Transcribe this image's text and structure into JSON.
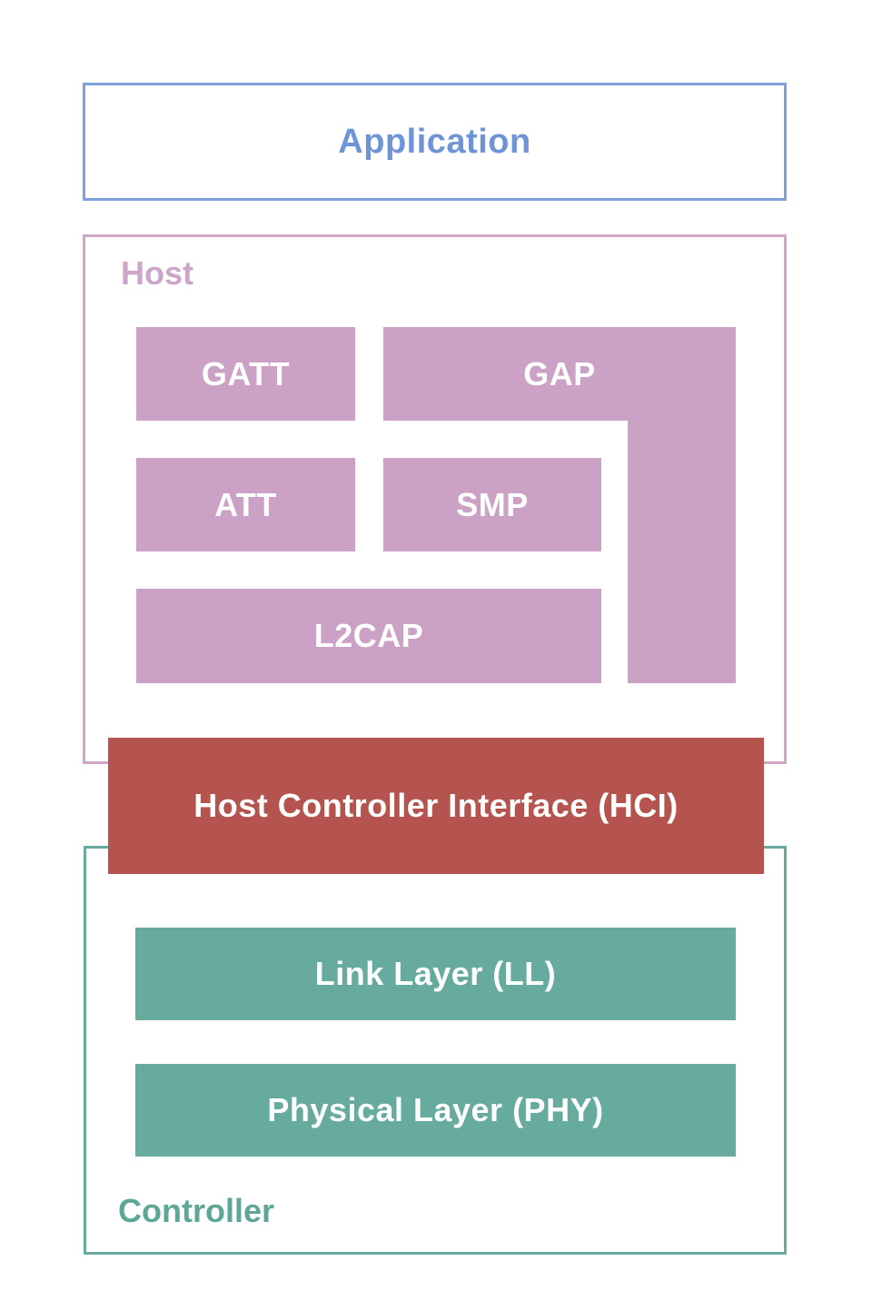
{
  "colors": {
    "page_bg": "#ffffff",
    "blue_border": "#7ca1dc",
    "blue_text": "#6e94d7",
    "mauve_fill": "#cba2c5",
    "mauve_border": "#cfa5ca",
    "mauve_text": "#cda4ca",
    "red_fill": "#b5534f",
    "teal_fill": "#67ab9f",
    "teal_border": "#67ab9f",
    "teal_text": "#5ea796",
    "white_text": "#ffffff"
  },
  "diagram": {
    "application": {
      "label": "Application"
    },
    "host": {
      "label": "Host",
      "gatt": {
        "label": "GATT"
      },
      "gap": {
        "label": "GAP"
      },
      "att": {
        "label": "ATT"
      },
      "smp": {
        "label": "SMP"
      },
      "l2cap": {
        "label": "L2CAP"
      }
    },
    "hci": {
      "label": "Host Controller Interface (HCI)"
    },
    "controller": {
      "label": "Controller",
      "link_layer": {
        "label": "Link Layer (LL)"
      },
      "physical_layer": {
        "label": "Physical Layer (PHY)"
      }
    }
  }
}
